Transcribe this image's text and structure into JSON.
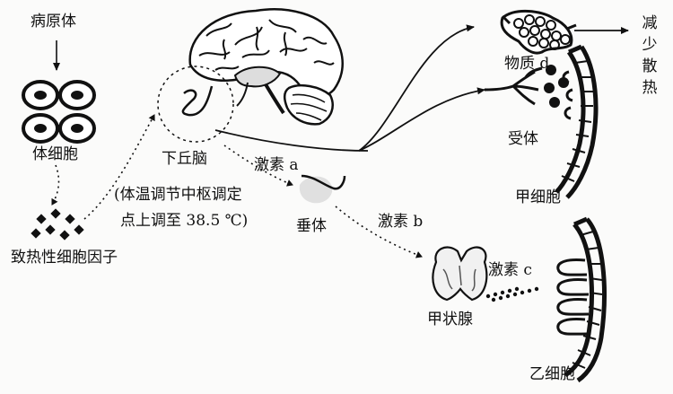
{
  "labels": {
    "pathogen": "病原体",
    "body_cell": "体细胞",
    "pyrogen": "致热性细胞因子",
    "hypothalamus": "下丘脑",
    "setpoint_line1": "(体温调节中枢调定",
    "setpoint_line2": "点上调至 38.5 ℃)",
    "hormone_a": "激素 a",
    "pituitary": "垂体",
    "hormone_b": "激素 b",
    "thyroid": "甲状腺",
    "hormone_c": "激素 c",
    "substance_d": "物质 d",
    "receptor": "受体",
    "cell_a": "甲细胞",
    "cell_b": "乙细胞",
    "reduce_heat": "减少散热"
  },
  "colors": {
    "ink": "#111111",
    "background": "#fbfbfa"
  }
}
